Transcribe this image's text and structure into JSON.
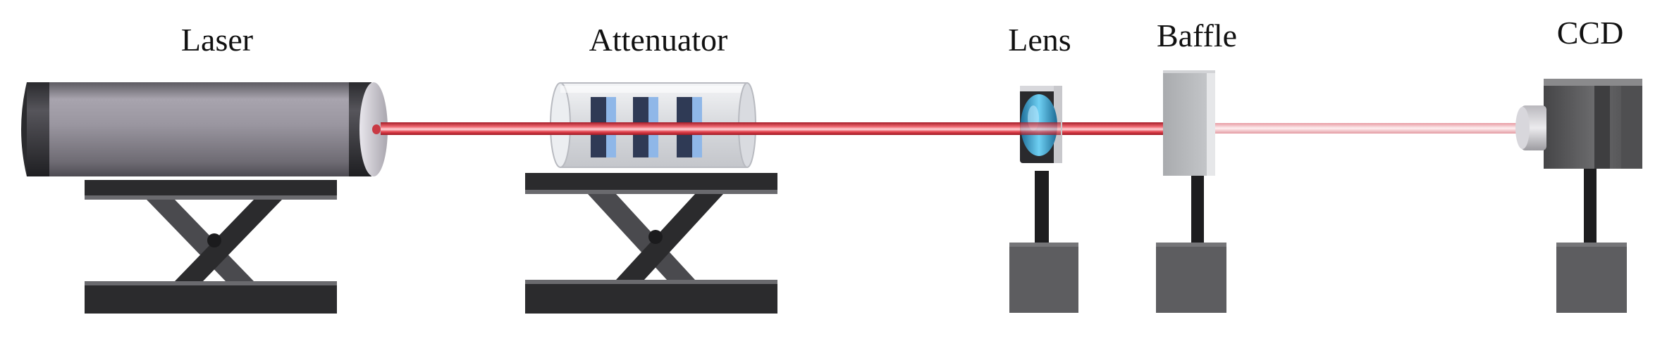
{
  "labels": {
    "laser": "Laser",
    "attenuator": "Attenuator",
    "lens": "Lens",
    "baffle": "Baffle",
    "ccd": "CCD"
  },
  "colors": {
    "beam": "#d8343f",
    "beam_transmitted": "#f2b6bc",
    "stand": "#2b2b2d",
    "laser_body": "#8a8690",
    "lens_glass": "#3aa9dc",
    "baffle": "#b7b9bc",
    "ccd_body": "#5b5b5d"
  }
}
